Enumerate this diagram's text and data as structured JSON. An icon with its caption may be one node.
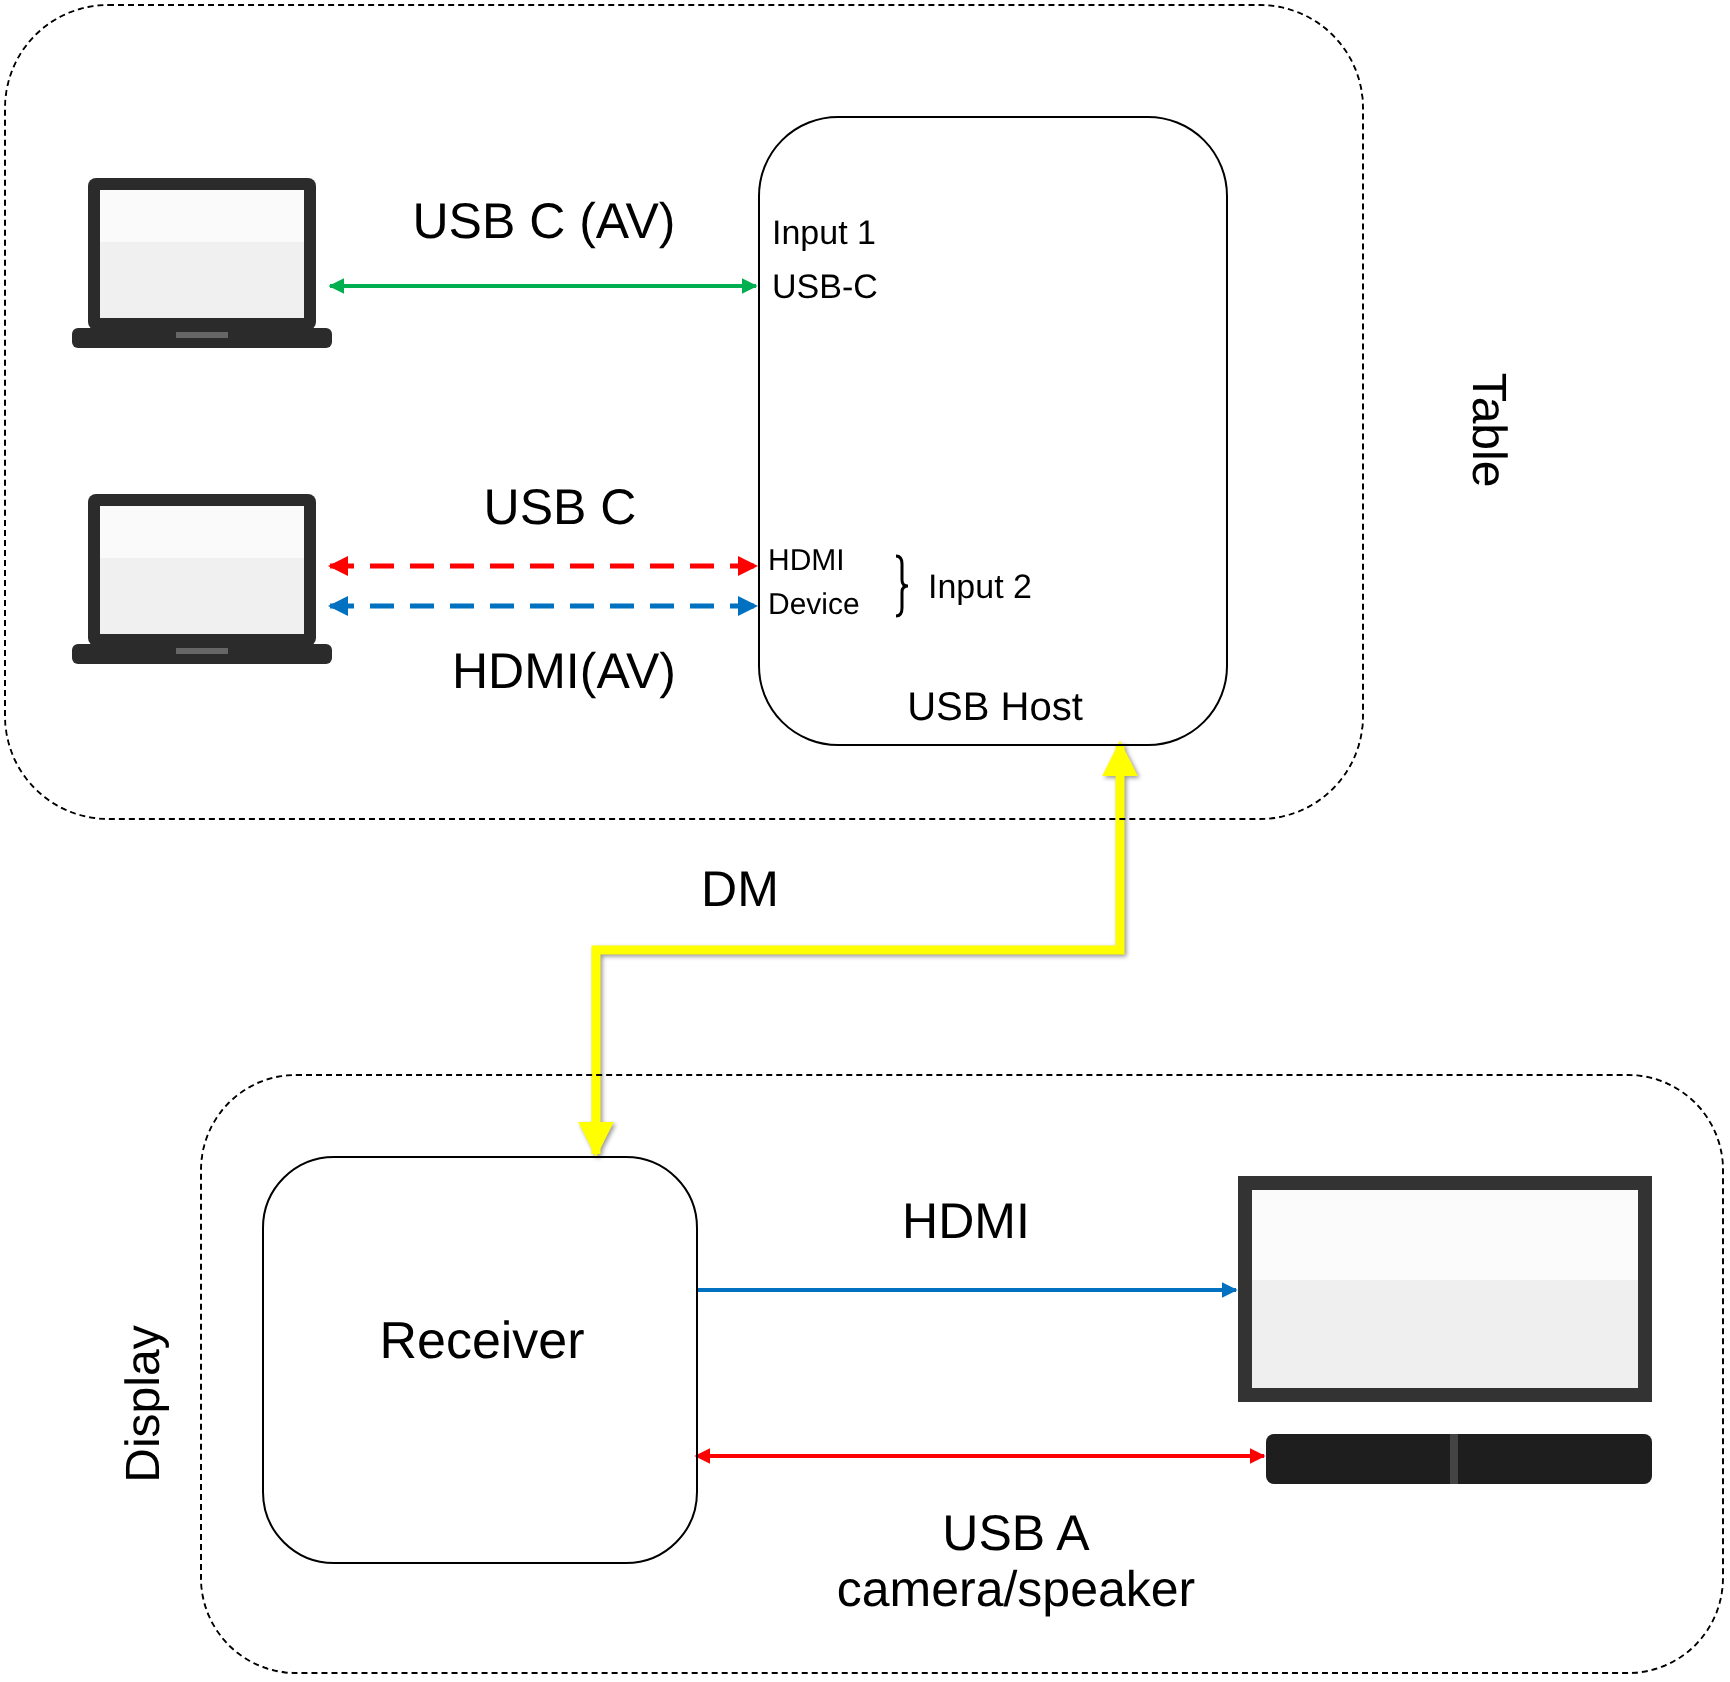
{
  "diagram": {
    "nodes": [
      {
        "text": [
          "Table"
        ]
      },
      {
        "text": [],
        "shape": "picture",
        "in": 0
      },
      {
        "text": [],
        "shape": "picture",
        "in": 0
      },
      {
        "text": [
          "Input 1",
          "USB-C",
          "HDMI",
          "Device",
          "Input 2",
          "USB Host"
        ],
        "in": 0
      },
      {
        "text": [
          "Display"
        ]
      },
      {
        "text": [
          "Receiver"
        ],
        "in": 4
      },
      {
        "text": [],
        "shape": "picture",
        "in": 4
      },
      {
        "text": [],
        "shape": "picture",
        "in": 4
      }
    ],
    "edges": [
      {
        "from": 1,
        "to": 3,
        "arrow": "both",
        "label": "USB C (AV)",
        "color": "#00b050"
      },
      {
        "from": 2,
        "to": 3,
        "arrow": "both",
        "label": "USB C",
        "style": "dashed",
        "color": "#ff0000"
      },
      {
        "from": 2,
        "to": 3,
        "arrow": "both",
        "label": "HDMI(AV)",
        "style": "dashed",
        "color": "#0070c0"
      },
      {
        "from": 3,
        "to": 5,
        "arrow": "both",
        "label": "DM",
        "style": "thick",
        "color": "#ffff00"
      },
      {
        "from": 5,
        "to": 6,
        "arrow": "to",
        "label": "HDMI",
        "color": "#0070c0"
      },
      {
        "from": 5,
        "to": 7,
        "arrow": "both",
        "label": "USB A camera/speaker",
        "color": "#ff0000"
      }
    ]
  }
}
